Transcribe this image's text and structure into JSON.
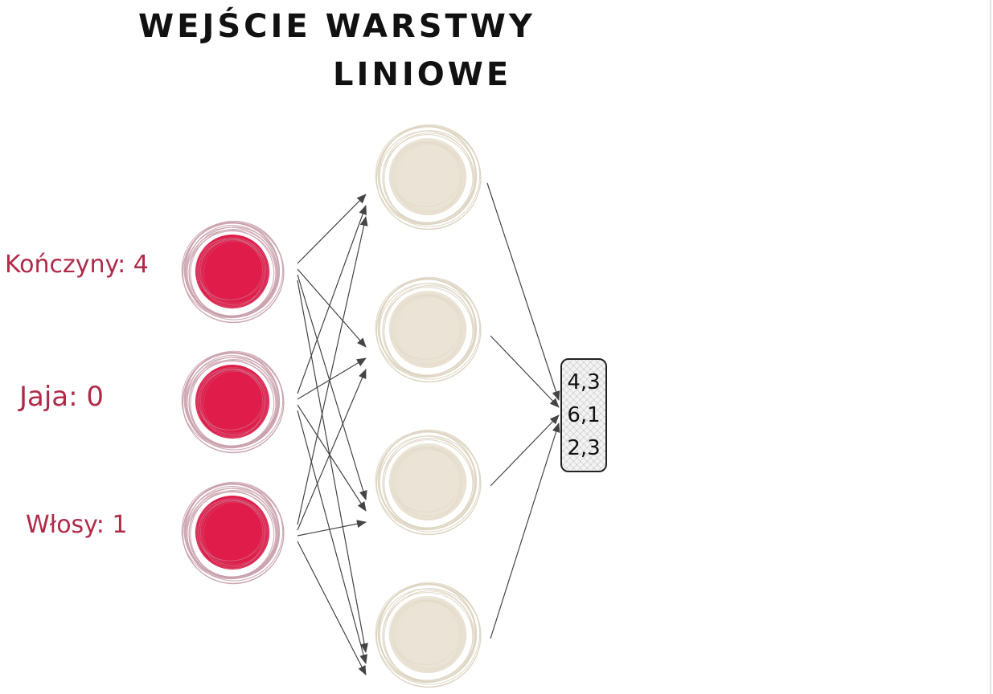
{
  "title": {
    "line1": "WEJŚCIE WARSTWY",
    "line2": "LINIOWE"
  },
  "inputs": [
    {
      "label": "Kończyny: 4"
    },
    {
      "label": "Jaja: 0"
    },
    {
      "label": "Włosy: 1"
    }
  ],
  "hidden_layer": {
    "node_count": 4
  },
  "output": {
    "values": [
      "4,3",
      "6,1",
      "2,3"
    ]
  },
  "colors": {
    "input_node": "#e01c4a",
    "input_ring": "#c9a0ac",
    "hidden_node": "#ebe4d6",
    "hidden_ring": "#ddd3c1",
    "label_text": "#b02a48",
    "arrow": "#444444"
  }
}
